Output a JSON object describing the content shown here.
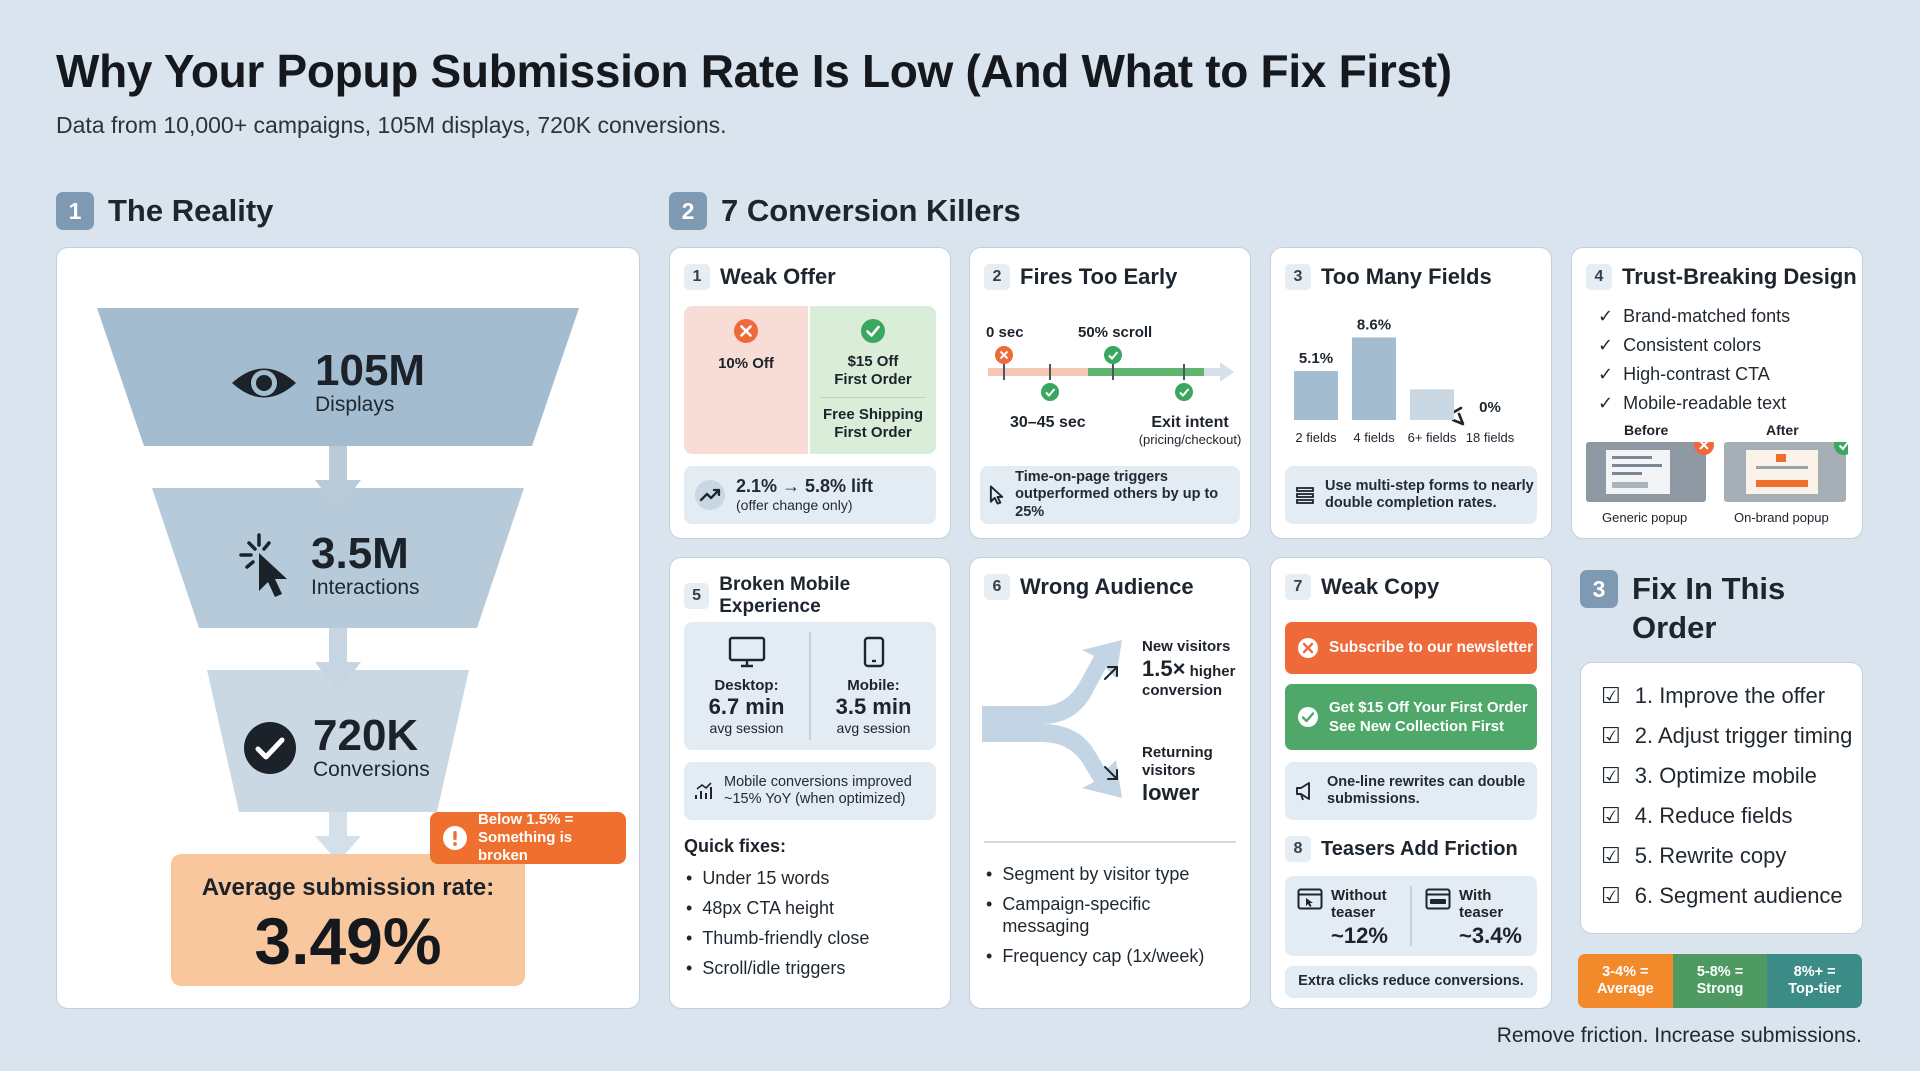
{
  "header": {
    "title": "Why Your Popup Submission Rate Is Low (And What to Fix First)",
    "subtitle": "Data from 10,000+ campaigns, 105M displays, 720K conversions."
  },
  "reality": {
    "num": "1",
    "title": "The Reality",
    "funnel": [
      {
        "value": "105M",
        "label": "Displays",
        "icon": "eye-icon"
      },
      {
        "value": "3.5M",
        "label": "Interactions",
        "icon": "cursor-click-icon"
      },
      {
        "value": "720K",
        "label": "Conversions",
        "icon": "check-circle-icon"
      }
    ],
    "warning": {
      "line1": "Below 1.5% =",
      "line2": "Something is broken"
    },
    "avg_label": "Average submission rate:",
    "avg_value": "3.49%"
  },
  "killers": {
    "num": "2",
    "title": "7 Conversion Killers",
    "weak_offer": {
      "num": "1",
      "title": "Weak Offer",
      "bad": "10% Off",
      "good1": "$15 Off\nFirst Order",
      "good2": "Free Shipping\nFirst Order",
      "lift": "2.1% → 5.8% lift",
      "lift_note": "(offer change only)"
    },
    "fires_early": {
      "num": "2",
      "title": "Fires Too Early",
      "t0": "0 sec",
      "t1": "50% scroll",
      "t2": "30–45 sec",
      "t3": "Exit intent",
      "t3_note": "(pricing/checkout)",
      "note": "Time-on-page triggers\noutperformed others by up to 25%"
    },
    "too_many_fields": {
      "num": "3",
      "title": "Too Many Fields",
      "note": "Use multi-step forms to nearly\ndouble completion rates."
    },
    "trust_design": {
      "num": "4",
      "title": "Trust-Breaking Design",
      "items": [
        "Brand-matched fonts",
        "Consistent colors",
        "High-contrast CTA",
        "Mobile-readable text"
      ],
      "before": "Before",
      "after": "After",
      "before_caption": "Generic popup",
      "after_caption": "On-brand popup"
    },
    "mobile": {
      "num": "5",
      "title": "Broken Mobile Experience",
      "desktop_label": "Desktop:",
      "desktop_value": "6.7 min",
      "desktop_note": "avg session",
      "mobile_label": "Mobile:",
      "mobile_value": "3.5 min",
      "mobile_note": "avg session",
      "note": "Mobile conversions improved\n~15% YoY (when optimized)",
      "quick_fixes_title": "Quick fixes:",
      "quick_fixes": [
        "Under 15 words",
        "48px CTA height",
        "Thumb-friendly close",
        "Scroll/idle triggers"
      ]
    },
    "audience": {
      "num": "6",
      "title": "Wrong Audience",
      "new_line1": "New visitors",
      "new_value": "1.5×",
      "new_suffix": "higher",
      "new_line3": "conversion",
      "ret_line1": "Returning",
      "ret_line2": "visitors",
      "ret_value": "lower",
      "items": [
        "Segment by visitor type",
        "Campaign-specific\nmessaging",
        "Frequency cap (1x/week)"
      ]
    },
    "copy": {
      "num": "7",
      "title": "Weak Copy",
      "bad": "Subscribe to our newsletter",
      "good": "Get $15 Off Your First Order\nSee New Collection First",
      "note": "One-line rewrites can double\nsubmissions."
    },
    "teasers": {
      "num": "8",
      "title": "Teasers Add Friction",
      "without_label": "Without\nteaser",
      "without_value": "~12%",
      "with_label": "With\nteaser",
      "with_value": "~3.4%",
      "note": "Extra clicks reduce conversions."
    }
  },
  "fix_order": {
    "num": "3",
    "title": "Fix In This\nOrder",
    "items": [
      "1. Improve the offer",
      "2. Adjust trigger timing",
      "3. Optimize mobile",
      "4. Reduce fields",
      "5. Rewrite copy",
      "6. Segment audience"
    ],
    "legend": [
      {
        "label": "3-4% =\nAverage",
        "color": "#f28a2c"
      },
      {
        "label": "5-8% =\nStrong",
        "color": "#4f9a63"
      },
      {
        "label": "8%+ =\nTop-tier",
        "color": "#3b8b87"
      }
    ]
  },
  "footer": "Remove friction. Increase submissions.",
  "chart_data": {
    "type": "bar",
    "categories": [
      "2 fields",
      "4 fields",
      "6+ fields",
      "18 fields"
    ],
    "values": [
      5.1,
      8.6,
      3.2,
      0
    ],
    "labels": [
      "5.1%",
      "8.6%",
      "",
      "0%"
    ],
    "ylim": [
      0,
      10
    ]
  }
}
